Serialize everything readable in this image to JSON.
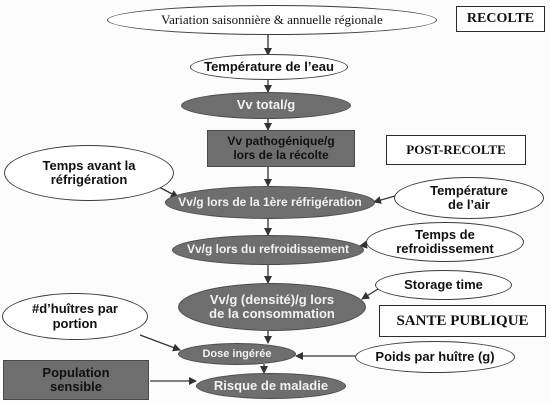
{
  "labels": {
    "recolte": "RECOLTE",
    "post_recolte": "POST-RECOLTE",
    "sante_publique": "SANTE PUBLIQUE"
  },
  "nodes": {
    "variation": "Variation saisonnière & annuelle régionale",
    "temperature_eau": "Température de l’eau",
    "vv_total": "Vv total/g",
    "vv_pathogenique": "Vv pathogénique/g\nlors de la récolte",
    "temps_avant_refrigeration": "Temps avant la\nréfrigération",
    "vv_refrigeration": "Vv/g lors de la 1ère réfrigération",
    "temperature_air": "Température\nde l’air",
    "temps_refroidissement": "Temps de\nrefroidissement",
    "vv_refroidissement": "Vv/g lors du refroidissement",
    "storage_time": "Storage time",
    "huitres_par_portion": "#d’huîtres par\nportion",
    "vv_consommation": "Vv/g (densité)/g lors\nde la consommation",
    "dose_ingeree": "Dose ingérée",
    "poids_par_huitre": "Poids par huître (g)",
    "population_sensible": "Population\nsensible",
    "risque_maladie": "Risque de maladie"
  }
}
